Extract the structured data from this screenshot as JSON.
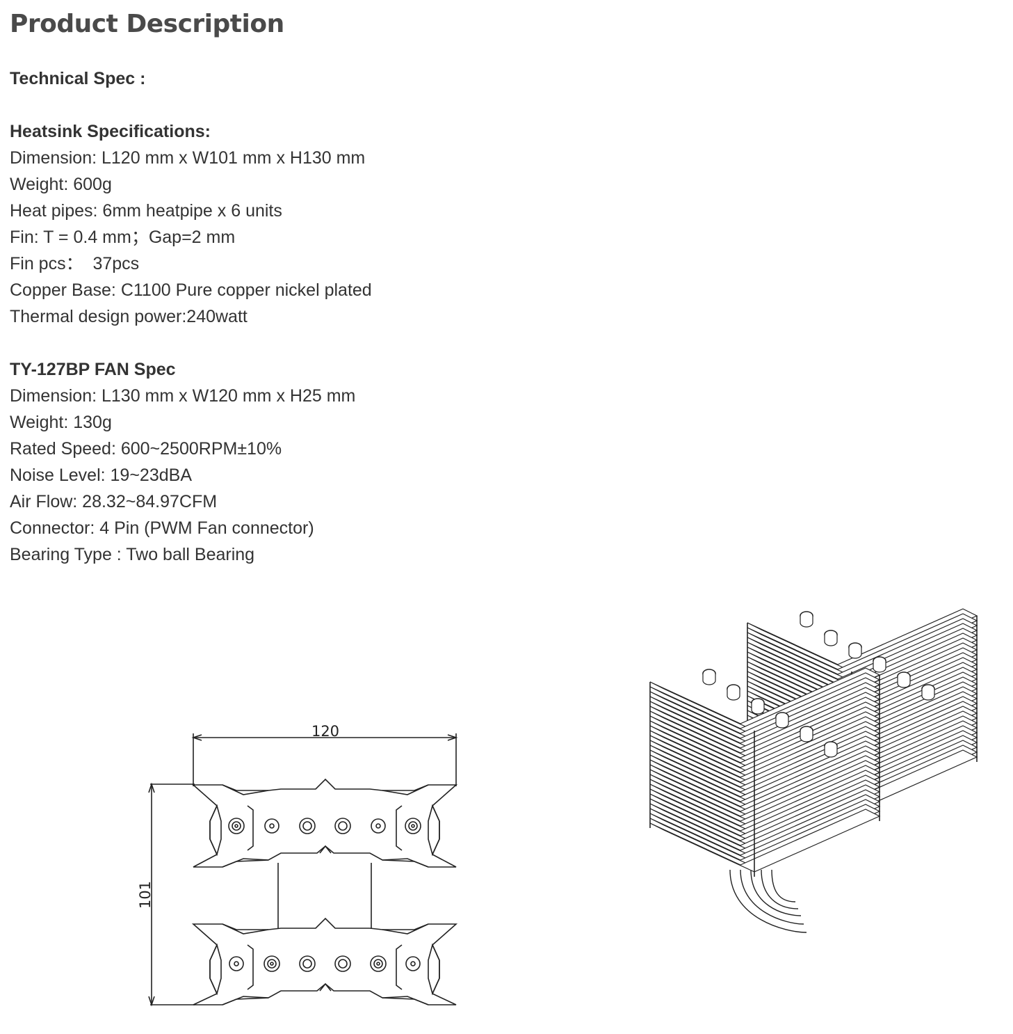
{
  "page": {
    "title": "Product Description"
  },
  "technical_spec": {
    "heading": "Technical Spec :"
  },
  "heatsink": {
    "heading": "Heatsink Specifications:",
    "lines": [
      "Dimension: L120 mm x W101 mm x H130 mm",
      "Weight: 600g",
      "Heat pipes: 6mm heatpipe x 6 units",
      "Fin: T = 0.4 mm；Gap=2 mm",
      "Fin pcs：  37pcs",
      "Copper Base: C1100 Pure copper nickel plated",
      "Thermal design power:240watt"
    ]
  },
  "fan": {
    "heading": "TY-127BP FAN Spec",
    "lines": [
      "Dimension: L130 mm x W120 mm x H25 mm",
      "Weight: 130g",
      "Rated Speed: 600~2500RPM±10%",
      "Noise Level: 19~23dBA",
      "Air Flow: 28.32~84.97CFM",
      "Connector: 4 Pin (PWM Fan connector)",
      "Bearing Type : Two ball Bearing"
    ]
  },
  "drawing": {
    "width_label": "120",
    "depth_label": "101"
  }
}
